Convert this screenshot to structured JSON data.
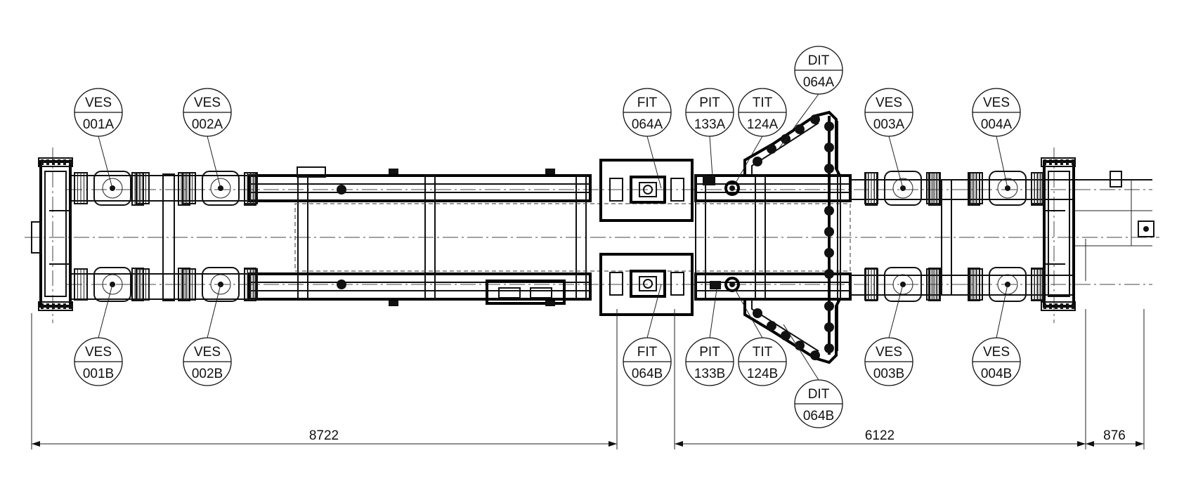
{
  "tags": [
    {
      "id": "ves-001a",
      "top": "VES",
      "bottom": "001A"
    },
    {
      "id": "ves-002a",
      "top": "VES",
      "bottom": "002A"
    },
    {
      "id": "fit-064a",
      "top": "FIT",
      "bottom": "064A"
    },
    {
      "id": "pit-133a",
      "top": "PIT",
      "bottom": "133A"
    },
    {
      "id": "tit-124a",
      "top": "TIT",
      "bottom": "124A"
    },
    {
      "id": "dit-064a",
      "top": "DIT",
      "bottom": "064A"
    },
    {
      "id": "ves-003a",
      "top": "VES",
      "bottom": "003A"
    },
    {
      "id": "ves-004a",
      "top": "VES",
      "bottom": "004A"
    },
    {
      "id": "ves-001b",
      "top": "VES",
      "bottom": "001B"
    },
    {
      "id": "ves-002b",
      "top": "VES",
      "bottom": "002B"
    },
    {
      "id": "fit-064b",
      "top": "FIT",
      "bottom": "064B"
    },
    {
      "id": "pit-133b",
      "top": "PIT",
      "bottom": "133B"
    },
    {
      "id": "tit-124b",
      "top": "TIT",
      "bottom": "124B"
    },
    {
      "id": "dit-064b",
      "top": "DIT",
      "bottom": "064B"
    },
    {
      "id": "ves-003b",
      "top": "VES",
      "bottom": "003B"
    },
    {
      "id": "ves-004b",
      "top": "VES",
      "bottom": "004B"
    }
  ],
  "dimensions": {
    "d1": "8722",
    "d2": "6122",
    "d3": "876"
  }
}
